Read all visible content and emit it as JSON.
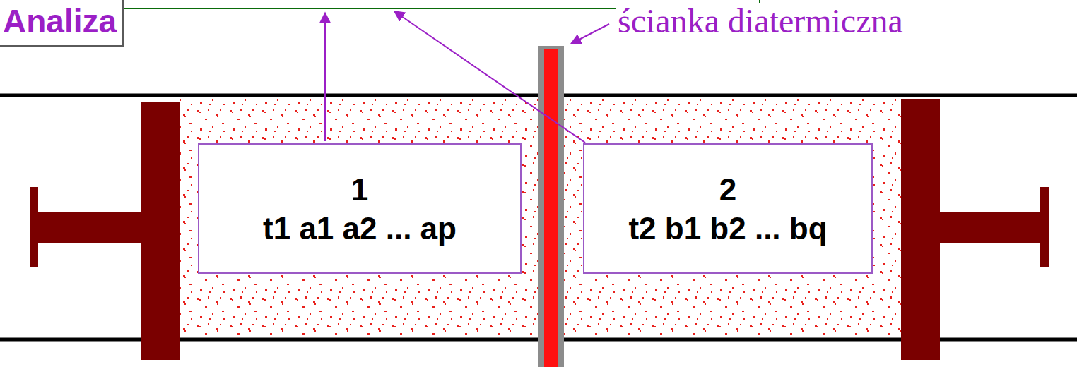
{
  "diagram": {
    "nodes": [
      {
        "text": [
          "Analiza"
        ]
      },
      {
        "text": [
          "1",
          "t1 a1 a2 ... ap"
        ]
      },
      {
        "text": [
          "2",
          "t2 b1 b2 ... bq"
        ]
      }
    ],
    "labels": [
      "ścianka diatermiczna"
    ]
  }
}
